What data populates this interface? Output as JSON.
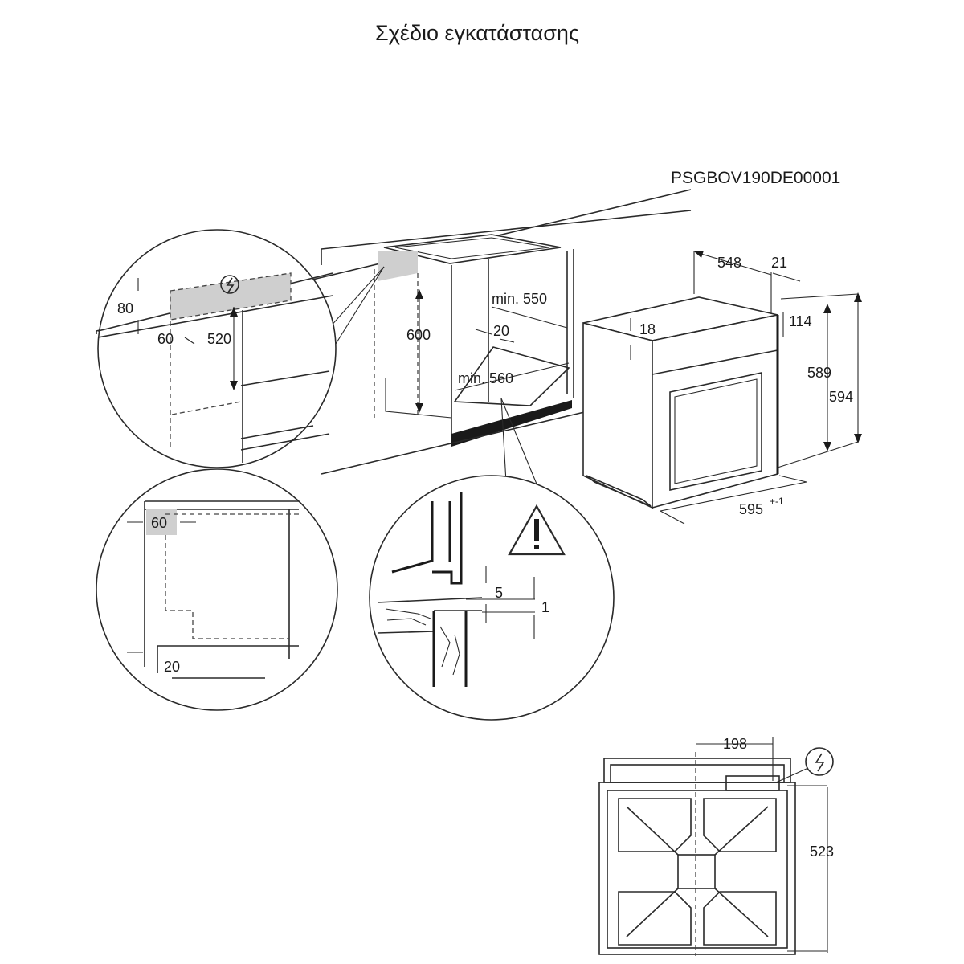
{
  "title": "Σχέδιο εγκατάστασης",
  "drawing_code": "PSGBOV190DE00001",
  "dimensions": {
    "d548": "548",
    "d21": "21",
    "d114": "114",
    "d18": "18",
    "d589": "589",
    "d594": "594",
    "d595_base": "595",
    "d595_tol": "+-1",
    "min550": "min. 550",
    "min560": "min. 560",
    "d600": "600",
    "d20_cabinet": "20",
    "d80": "80",
    "d60_detail": "60",
    "d520": "520",
    "d60_side": "60",
    "d20_side": "20",
    "d5": "5",
    "d1": "1",
    "d198": "198",
    "d523": "523"
  },
  "icons": {
    "electrical": "lightning-bolt-in-circle",
    "warning": "warning-triangle"
  },
  "colors": {
    "line": "#2a2a2a",
    "highlight": "#cfcfcf"
  }
}
